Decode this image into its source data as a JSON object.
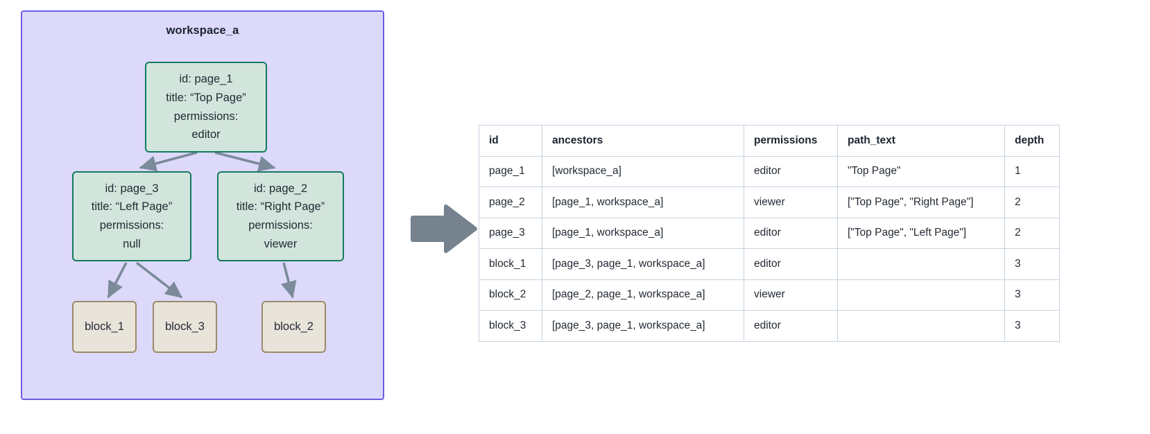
{
  "workspace": {
    "title": "workspace_a",
    "container_fill": "#ddd9fa",
    "container_border": "#6c5ce7",
    "page_node_fill": "#d2e5dc",
    "page_node_border": "#13795f",
    "block_node_fill": "#e8e4da",
    "block_node_border": "#9b8a68",
    "edge_color": "#7b8b99",
    "nodes": [
      {
        "key": "page_1",
        "kind": "page",
        "lines": [
          "id: page_1",
          "title: “Top Page”",
          "permissions:",
          "editor"
        ]
      },
      {
        "key": "page_3",
        "kind": "page",
        "lines": [
          "id: page_3",
          "title: “Left Page”",
          "permissions:",
          "null"
        ]
      },
      {
        "key": "page_2",
        "kind": "page",
        "lines": [
          "id: page_2",
          "title: “Right Page”",
          "permissions:",
          "viewer"
        ]
      },
      {
        "key": "block_1",
        "kind": "block",
        "lines": [
          "block_1"
        ]
      },
      {
        "key": "block_3",
        "kind": "block",
        "lines": [
          "block_3"
        ]
      },
      {
        "key": "block_2",
        "kind": "block",
        "lines": [
          "block_2"
        ]
      }
    ],
    "edges": [
      {
        "from": "page_1",
        "to": "page_3"
      },
      {
        "from": "page_1",
        "to": "page_2"
      },
      {
        "from": "page_3",
        "to": "block_1"
      },
      {
        "from": "page_3",
        "to": "block_3"
      },
      {
        "from": "page_2",
        "to": "block_2"
      }
    ]
  },
  "transition": {
    "icon": "right-arrow-icon",
    "color": "#76838f"
  },
  "table": {
    "columns": [
      "id",
      "ancestors",
      "permissions",
      "path_text",
      "depth"
    ],
    "rows": [
      {
        "id": "page_1",
        "ancestors": "[workspace_a]",
        "permissions": "editor",
        "path_text": "\"Top Page\"",
        "depth": "1"
      },
      {
        "id": "page_2",
        "ancestors": "[page_1, workspace_a]",
        "permissions": "viewer",
        "path_text": "[\"Top Page\", \"Right Page\"]",
        "depth": "2"
      },
      {
        "id": "page_3",
        "ancestors": "[page_1, workspace_a]",
        "permissions": "editor",
        "path_text": "[\"Top Page\", \"Left Page\"]",
        "depth": "2"
      },
      {
        "id": "block_1",
        "ancestors": "[page_3, page_1, workspace_a]",
        "permissions": "editor",
        "path_text": "",
        "depth": "3"
      },
      {
        "id": "block_2",
        "ancestors": "[page_2, page_1, workspace_a]",
        "permissions": "viewer",
        "path_text": "",
        "depth": "3"
      },
      {
        "id": "block_3",
        "ancestors": "[page_3, page_1, workspace_a]",
        "permissions": "editor",
        "path_text": "",
        "depth": "3"
      }
    ]
  }
}
